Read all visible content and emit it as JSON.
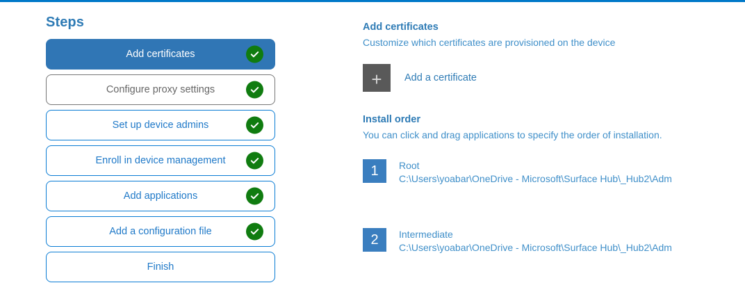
{
  "theme": {
    "accent_blue": "#0078c8",
    "active_step_blue": "#3076b5",
    "link_blue": "#1f79c8",
    "heading_blue": "#2e7bb5",
    "subtle_blue": "#3f8fc9",
    "check_green": "#107c10",
    "tile_gray": "#595959",
    "badge_blue": "#3a7ebf",
    "muted_border": "#767676"
  },
  "steps_panel": {
    "heading": "Steps",
    "items": [
      {
        "label": "Add certificates",
        "state": "active",
        "completed": true,
        "check_icon": "check-circle-icon"
      },
      {
        "label": "Configure proxy settings",
        "state": "muted",
        "completed": true,
        "check_icon": "check-circle-icon"
      },
      {
        "label": "Set up device admins",
        "state": "default",
        "completed": true,
        "check_icon": "check-circle-icon"
      },
      {
        "label": "Enroll in device management",
        "state": "default",
        "completed": true,
        "check_icon": "check-circle-icon"
      },
      {
        "label": "Add applications",
        "state": "default",
        "completed": true,
        "check_icon": "check-circle-icon"
      },
      {
        "label": "Add a configuration file",
        "state": "default",
        "completed": true,
        "check_icon": "check-circle-icon"
      },
      {
        "label": "Finish",
        "state": "default",
        "completed": false,
        "check_icon": null
      }
    ]
  },
  "detail_panel": {
    "certificates": {
      "title": "Add certificates",
      "subtitle": "Customize which certificates are provisioned on the device",
      "add_tile_icon": "plus-icon",
      "add_tile_glyph": "+",
      "add_label": "Add a certificate"
    },
    "install_order": {
      "title": "Install order",
      "subtitle": "You can click and drag applications to specify the order of installation.",
      "items": [
        {
          "number": "1",
          "name": "Root",
          "path": "C:\\Users\\yoabar\\OneDrive - Microsoft\\Surface Hub\\_Hub2\\Adm"
        },
        {
          "number": "2",
          "name": "Intermediate",
          "path": "C:\\Users\\yoabar\\OneDrive - Microsoft\\Surface Hub\\_Hub2\\Adm"
        }
      ]
    }
  }
}
